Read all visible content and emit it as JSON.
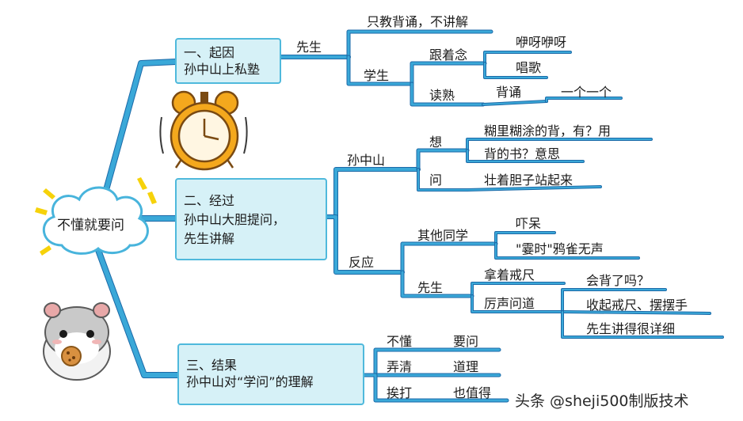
{
  "root": "不懂就要问",
  "branch1": {
    "line1": "一、起因",
    "line2": "孙中山上私塾",
    "node_xiansheng": "先生",
    "leaf_zhijiao": "只教背诵，不讲解",
    "node_xuesheng": "学生",
    "node_genzhenian": "跟着念",
    "leaf_yiya": "咿呀咿呀",
    "leaf_change": "唱歌",
    "node_dushu": "读熟",
    "node_beisong": "背诵",
    "leaf_yigeyige": "一个一个"
  },
  "branch2": {
    "line1": "二、经过",
    "line2": "孙中山大胆提问，",
    "line3": "先生讲解",
    "node_sunzhongshan": "孙中山",
    "node_xiang": "想",
    "leaf_hulihutu": "糊里糊涂的背，有？用",
    "leaf_beideshu": "背的书？意思",
    "node_wen": "问",
    "leaf_zhuangzhe": "壮着胆子站起来",
    "node_fanying": "反应",
    "node_qita": "其他同学",
    "leaf_xiadai": "吓呆",
    "leaf_shashi": "\"霎时\"鸦雀无声",
    "node_xiansheng": "先生",
    "leaf_nazhe": "拿着戒尺",
    "node_lisheng": "厉声问道",
    "leaf_huibei": "会背了吗？",
    "leaf_shouqi": "收起戒尺、摆摆手",
    "leaf_jiangde": "先生讲得很详细"
  },
  "branch3": {
    "line1": "三、结果",
    "line2": "孙中山对“学问”的理解",
    "node_budong": "不懂",
    "leaf_yaowen": "要问",
    "node_nongqing": "弄清",
    "leaf_daoli": "道理",
    "node_aida": "挨打",
    "leaf_yezhide": "也值得"
  },
  "watermark": "头条 @sheji500制版技术",
  "colors": {
    "link": "#3aa8d8",
    "linkDark": "#1c6aa8",
    "boxFill": "#d6f1f7",
    "boxBorder": "#4fb9dc",
    "clockBody": "#f4a81d",
    "spark": "#f6d20a"
  },
  "icons": [
    "cloud-icon",
    "alarm-clock-icon",
    "hamster-icon"
  ]
}
